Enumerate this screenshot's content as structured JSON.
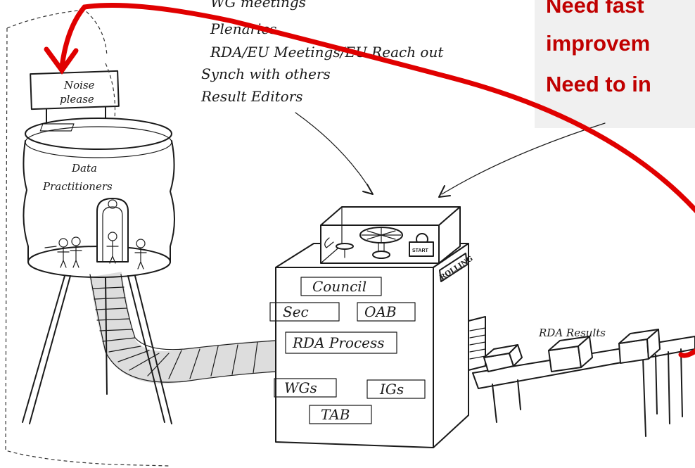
{
  "top_list": {
    "items": [
      "WG meetings",
      "Plenaries",
      "RDA/EU Meetings/EU Reach out",
      "Synch with others",
      "Result Editors"
    ]
  },
  "callout": {
    "lines": [
      "Need fast",
      "improvem",
      "Need to in"
    ]
  },
  "sign": {
    "line1": "Noise",
    "line2": "please"
  },
  "tank": {
    "line1": "Data",
    "line2": "Practitioners"
  },
  "machine": {
    "labels": [
      "Council",
      "Sec",
      "OAB",
      "RDA Process",
      "WGs",
      "IGs",
      "TAB"
    ],
    "rolling": "ROLLING",
    "start": "START"
  },
  "results": {
    "label": "RDA Results"
  },
  "colors": {
    "callout_text": "#c00000",
    "arrow": "#e00000",
    "callout_bg": "#f0f0f0"
  }
}
